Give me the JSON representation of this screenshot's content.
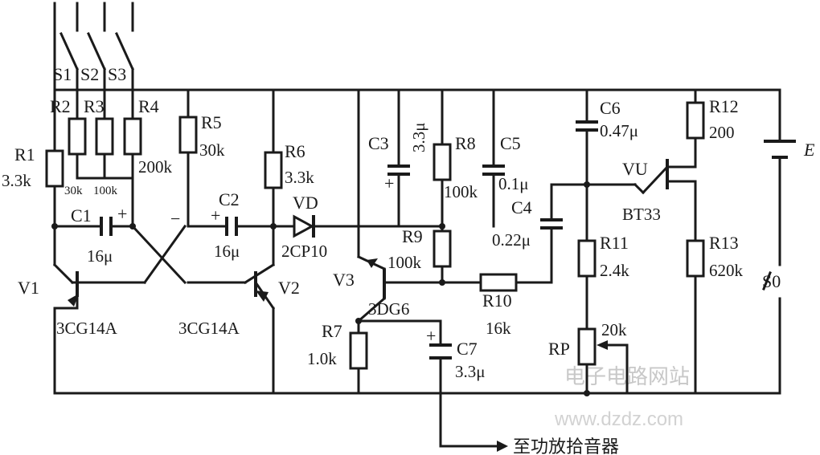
{
  "components": {
    "switches": {
      "s1": "S1",
      "s2": "S2",
      "s3": "S3",
      "s0": "S0"
    },
    "R1": {
      "name": "R1",
      "value": "3.3k"
    },
    "R2": {
      "name": "R2",
      "value": "30k"
    },
    "R3": {
      "name": "R3",
      "value": "100k"
    },
    "R4": {
      "name": "R4",
      "value": "200k"
    },
    "R5": {
      "name": "R5",
      "value": "30k"
    },
    "R6": {
      "name": "R6",
      "value": "3.3k"
    },
    "R7": {
      "name": "R7",
      "value": "1.0k"
    },
    "R8": {
      "name": "R8",
      "value": "100k"
    },
    "R9": {
      "name": "R9",
      "value": "100k"
    },
    "R10": {
      "name": "R10",
      "value": "16k"
    },
    "R11": {
      "name": "R11",
      "value": "2.4k"
    },
    "R12": {
      "name": "R12",
      "value": "200"
    },
    "R13": {
      "name": "R13",
      "value": "620k"
    },
    "RP": {
      "name": "RP",
      "value": "20k"
    },
    "C1": {
      "name": "C1",
      "value": "16μ"
    },
    "C2": {
      "name": "C2",
      "value": "16μ"
    },
    "C3": {
      "name": "C3",
      "value": "3.3μ"
    },
    "C4": {
      "name": "C4",
      "value": "0.22μ"
    },
    "C5": {
      "name": "C5",
      "value": "0.1μ"
    },
    "C6": {
      "name": "C6",
      "value": "0.47μ"
    },
    "C7": {
      "name": "C7",
      "value": "3.3μ"
    },
    "V1": {
      "name": "V1",
      "type": "3CG14A"
    },
    "V2": {
      "name": "V2",
      "type": "3CG14A"
    },
    "V3": {
      "name": "V3",
      "type": "3DG6"
    },
    "VD": {
      "name": "VD",
      "type": "2CP10"
    },
    "VU": {
      "name": "VU",
      "type": "BT33"
    },
    "E": {
      "name": "E"
    }
  },
  "polarity": {
    "plus": "+",
    "minus": "−"
  },
  "output_label": "至功放拾音器",
  "watermark": {
    "cn": "电子电路网站",
    "url": "www.dzdz.com"
  }
}
